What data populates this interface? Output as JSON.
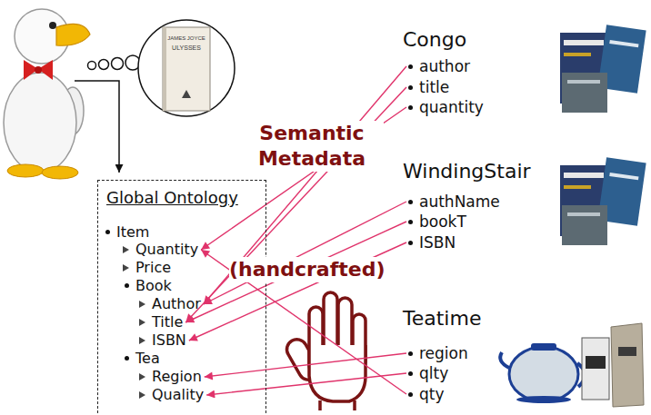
{
  "diagram": {
    "nodes": [
      {
        "text": [
          "Global Ontology"
        ]
      },
      {
        "text": [
          "Item"
        ],
        "in": 0
      },
      {
        "text": [
          "Quantity"
        ],
        "in": 0
      },
      {
        "text": [
          "Price"
        ],
        "in": 0
      },
      {
        "text": [
          "Book"
        ],
        "in": 0
      },
      {
        "text": [
          "Author"
        ],
        "in": 0
      },
      {
        "text": [
          "Title"
        ],
        "in": 0
      },
      {
        "text": [
          "ISBN"
        ],
        "in": 0
      },
      {
        "text": [
          "Tea"
        ],
        "in": 0
      },
      {
        "text": [
          "Region"
        ],
        "in": 0
      },
      {
        "text": [
          "Quality"
        ],
        "in": 0
      },
      {
        "text": [
          "author"
        ]
      },
      {
        "text": [
          "title"
        ]
      },
      {
        "text": [
          "quantity"
        ]
      },
      {
        "text": [
          "authName"
        ]
      },
      {
        "text": [
          "bookT"
        ]
      },
      {
        "text": [
          "ISBN"
        ]
      },
      {
        "text": [
          "region"
        ]
      },
      {
        "text": [
          "qlty"
        ]
      },
      {
        "text": [
          "qty"
        ]
      }
    ],
    "edges": [
      {
        "from": 11,
        "to": 5,
        "arrow": "to"
      },
      {
        "from": 12,
        "to": 6,
        "arrow": "to"
      },
      {
        "from": 13,
        "to": 2,
        "arrow": "to"
      },
      {
        "from": 14,
        "to": 5,
        "arrow": "to"
      },
      {
        "from": 15,
        "to": 6,
        "arrow": "to"
      },
      {
        "from": 16,
        "to": 7,
        "arrow": "to"
      },
      {
        "from": 17,
        "to": 9,
        "arrow": "to"
      },
      {
        "from": 18,
        "to": 10,
        "arrow": "to"
      },
      {
        "from": 19,
        "to": 2,
        "arrow": "to"
      }
    ],
    "labels": [
      "JAMES JOYCE",
      "ULYSSES",
      "Congo",
      "Semantic Metadata",
      "WindingStair",
      "(handcrafted)",
      "Teatime"
    ]
  }
}
